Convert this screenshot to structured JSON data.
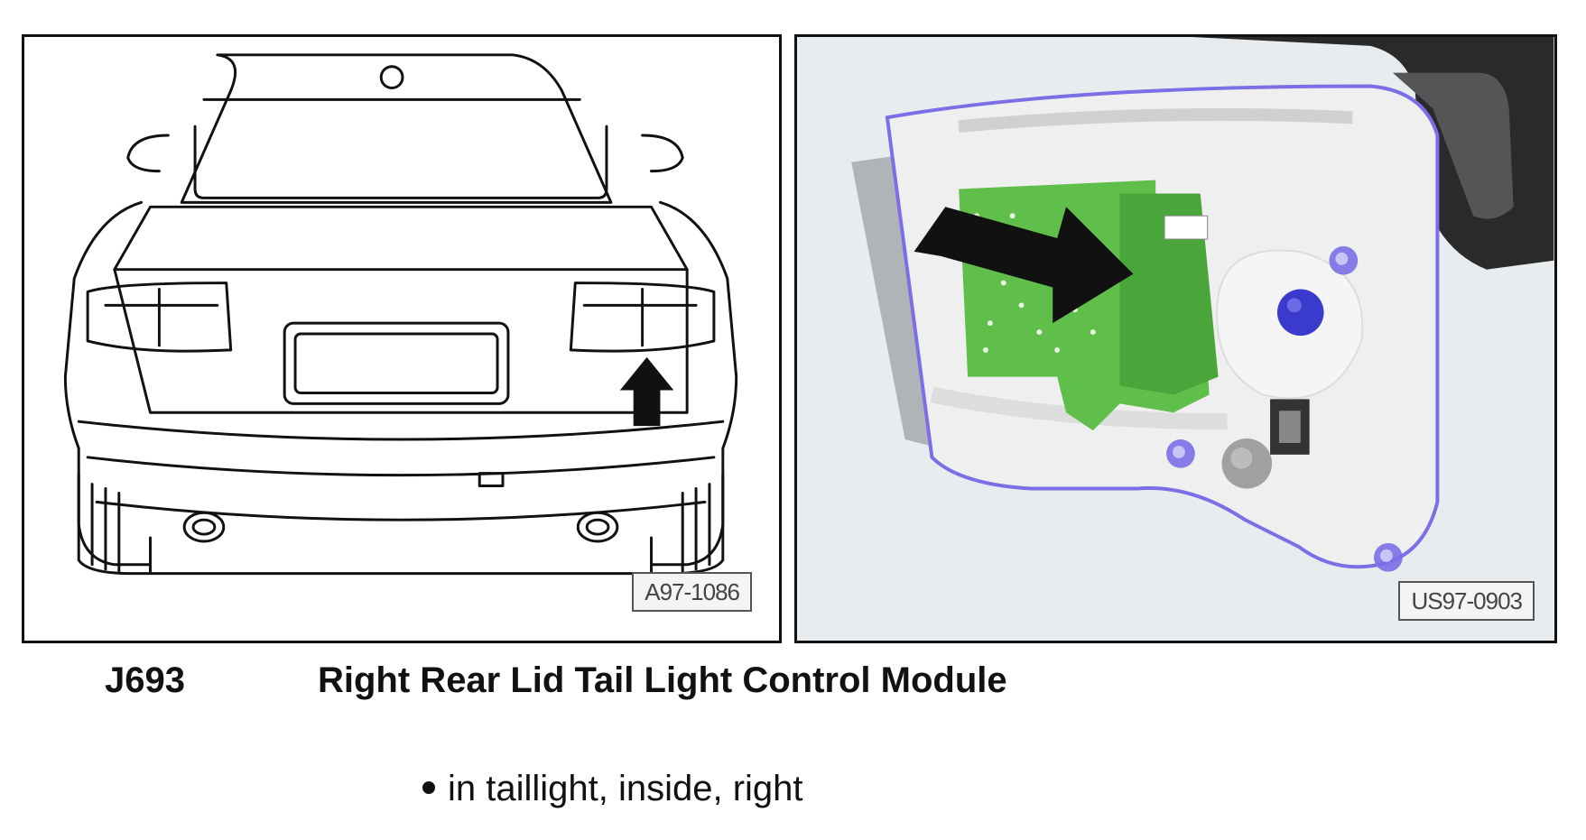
{
  "figures": {
    "left_label": "A97-1086",
    "right_label": "US97-0903"
  },
  "component": {
    "code": "J693",
    "title": "Right Rear Lid Tail Light Control Module",
    "location": "in taillight, inside, right"
  },
  "colors": {
    "circuit_board": "#5fbf4a",
    "screw_highlight": "#7b6ee6",
    "housing": "#eeeeee"
  }
}
